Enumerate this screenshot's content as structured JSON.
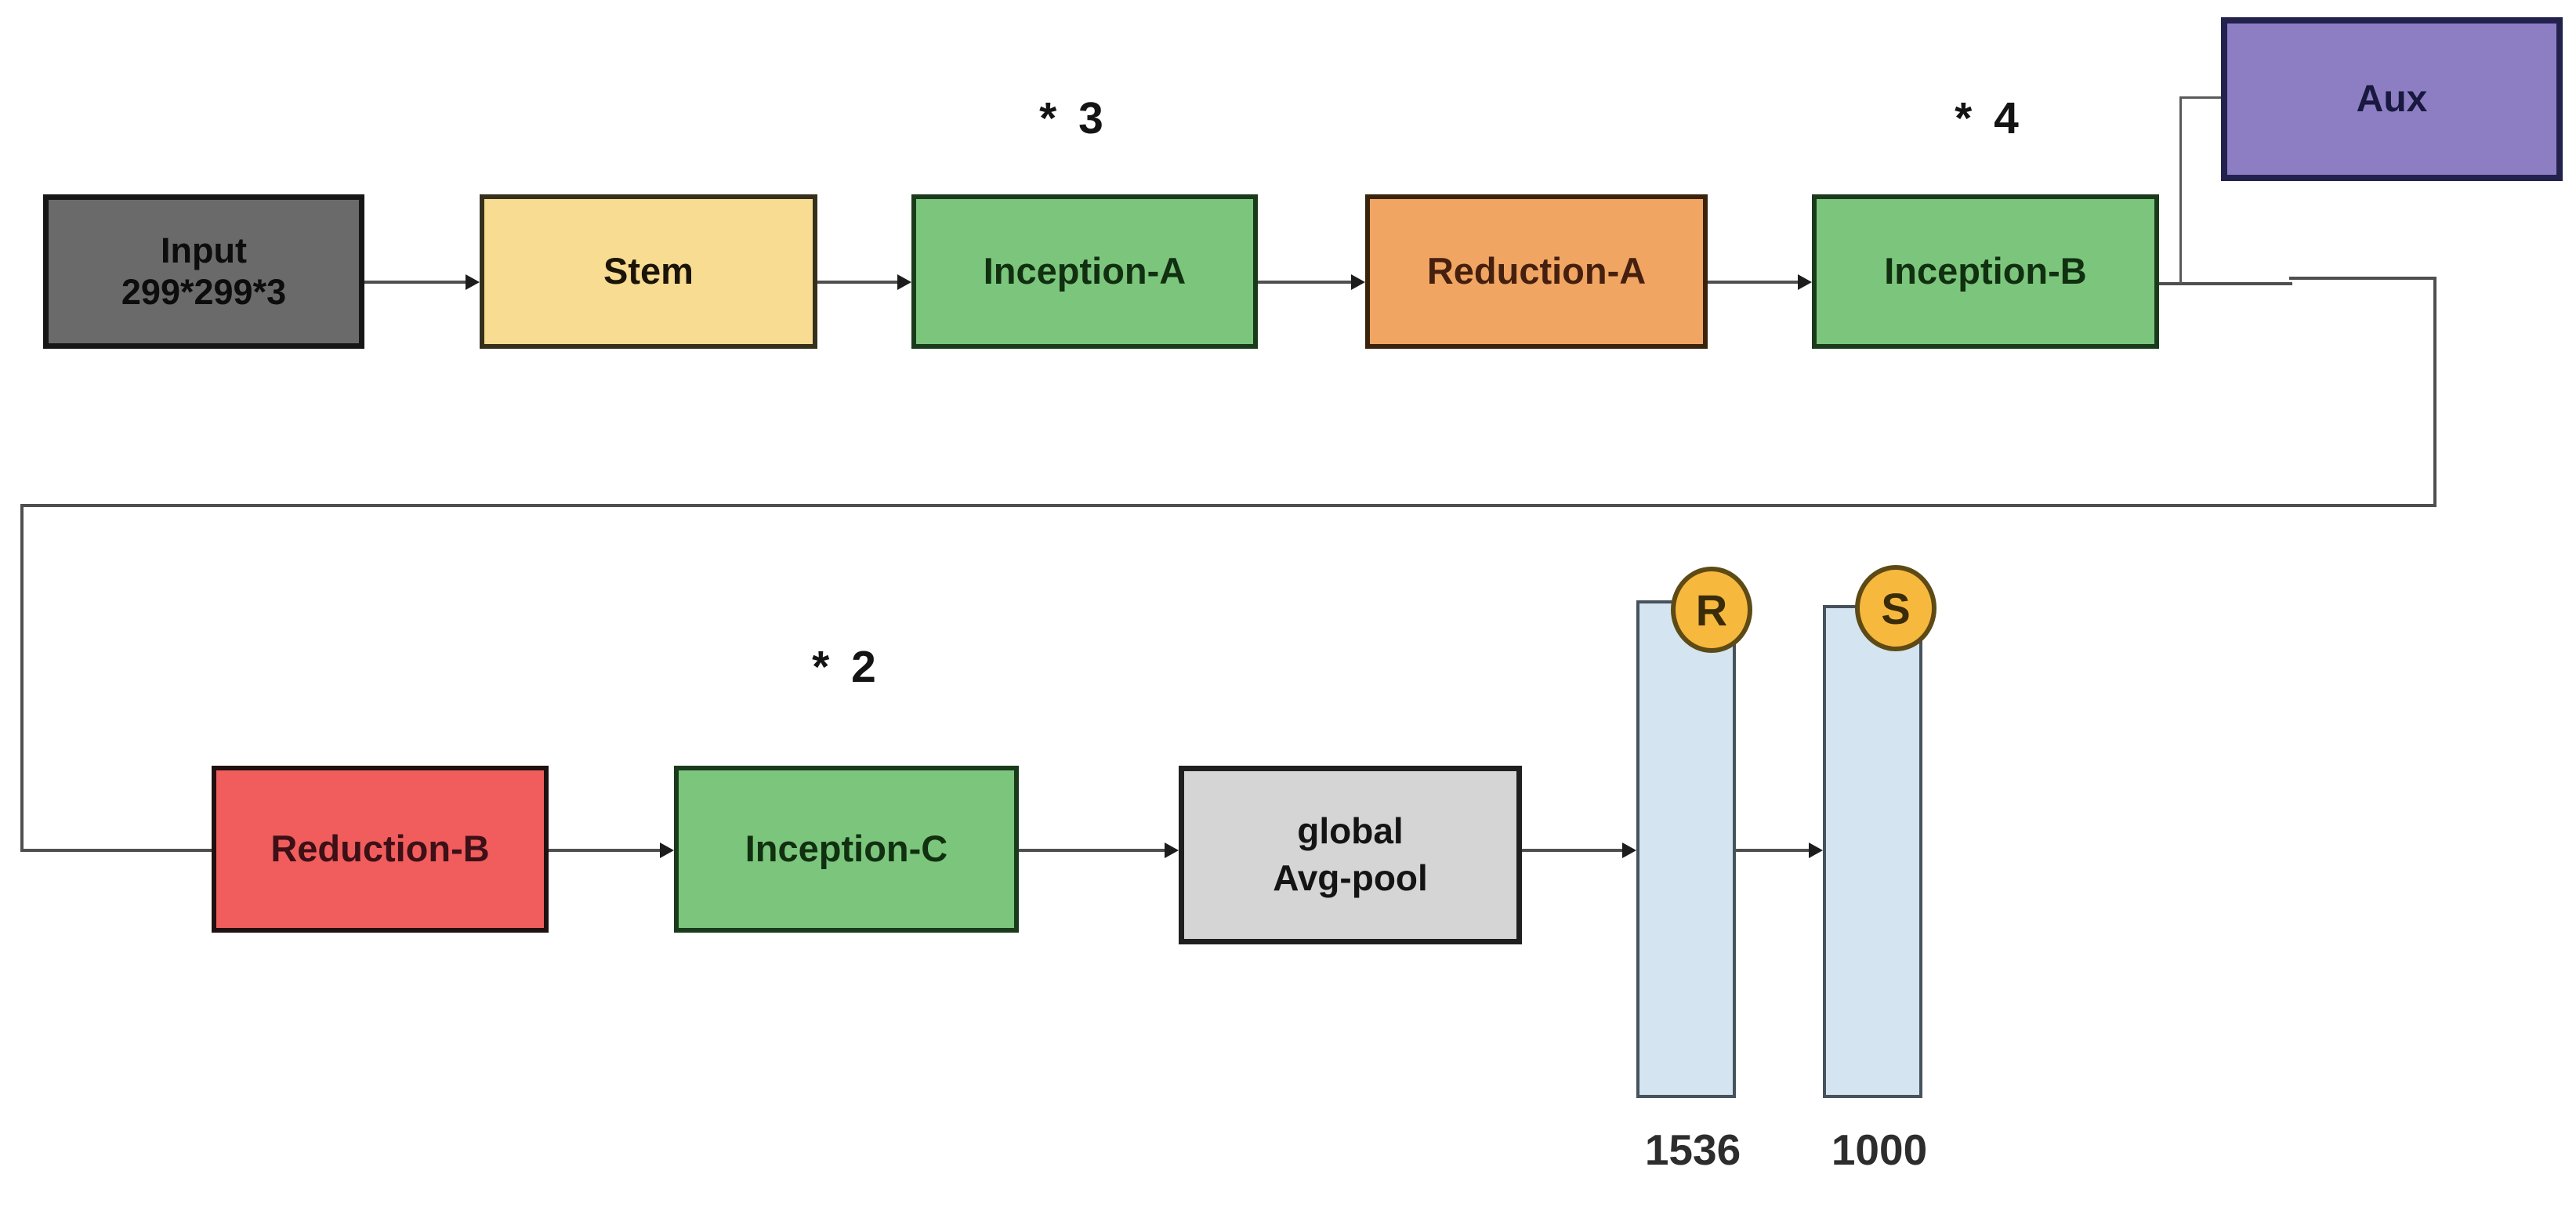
{
  "diagram": {
    "type": "neural-network-architecture-flowchart",
    "blocks": {
      "input": {
        "line1": "Input",
        "line2": "299*299*3"
      },
      "stem": {
        "label": "Stem"
      },
      "inception_a": {
        "label": "Inception-A",
        "repeat": "* 3"
      },
      "reduction_a": {
        "label": "Reduction-A"
      },
      "inception_b": {
        "label": "Inception-B",
        "repeat": "* 4"
      },
      "aux": {
        "label": "Aux"
      },
      "reduction_b": {
        "label": "Reduction-B"
      },
      "inception_c": {
        "label": "Inception-C",
        "repeat": "* 2"
      },
      "avgpool": {
        "line1": "global",
        "line2": "Avg-pool"
      },
      "fc_bar": {
        "badge": "R",
        "size": "1536"
      },
      "softmax_bar": {
        "badge": "S",
        "size": "1000"
      }
    },
    "palette": {
      "background": "#ffffff",
      "line": "#4f4f4f",
      "arrowhead": "#1c1c1c",
      "input_fill": "#6a6a6a",
      "stem_fill": "#f7dc92",
      "inception_fill": "#7cc57d",
      "reduction_a_fill": "#f1a563",
      "reduction_b_fill": "#f15d5d",
      "aux_fill": "#8d7ec4",
      "avgpool_fill": "#d5d5d5",
      "bar_fill": "#d4e4f0",
      "badge_fill": "#f7b83e"
    }
  }
}
